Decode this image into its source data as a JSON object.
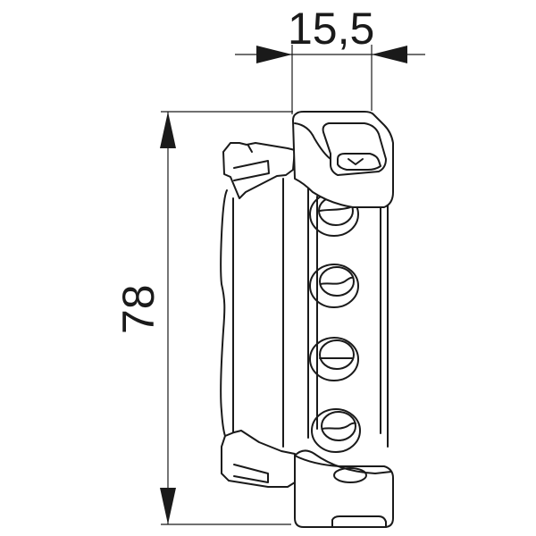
{
  "drawing": {
    "subject": "hinge part technical line drawing",
    "line_color": "#1a1a1a",
    "background": "#ffffff"
  },
  "dimensions": {
    "width": {
      "label": "15,5",
      "orientation": "horizontal",
      "arrows": "outside-inward"
    },
    "height": {
      "label": "78",
      "orientation": "vertical",
      "arrows": "inside-outward"
    }
  },
  "part": {
    "screw_holes": 4,
    "top_knuckle_slot": true,
    "bottom_knuckle_slot": true
  }
}
